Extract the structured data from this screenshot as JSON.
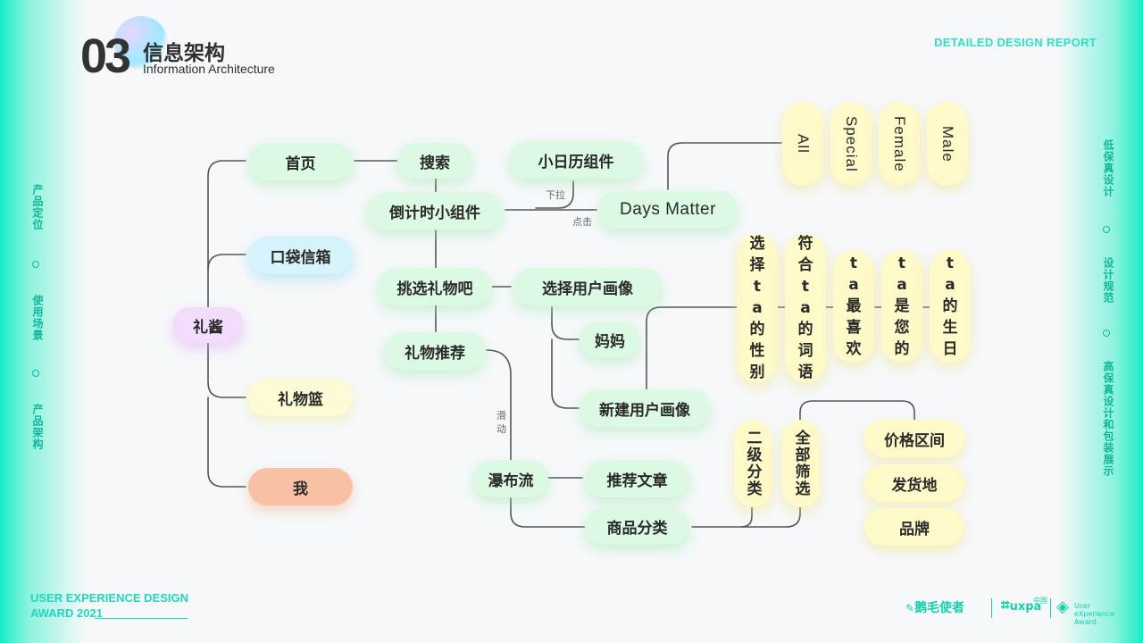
{
  "header": {
    "number": "03",
    "title_cn": "信息架构",
    "title_en": "Information Architecture",
    "report": "DETAILED DESIGN REPORT"
  },
  "footer": {
    "award_line1": "USER EXPERIENCE DESIGN",
    "award_line2": "AWARD 2021"
  },
  "left_nav": [
    "产品定位",
    "使用场景",
    "产品架构"
  ],
  "right_nav": [
    "低保真设计",
    "设计规范",
    "高保真设计和包装展示"
  ],
  "logos": {
    "brand": "鹅毛使者",
    "uxpa": "uxpa",
    "uxpa_sub": "中国",
    "uxa": "User eXperience Award"
  },
  "nodes": {
    "root": "礼酱",
    "home": "首页",
    "mailbox": "口袋信箱",
    "basket": "礼物篮",
    "me": "我",
    "search": "搜索",
    "mini_calendar": "小日历组件",
    "countdown": "倒计时小组件",
    "days_matter": "Days Matter",
    "pick_gift": "挑选礼物吧",
    "select_portrait": "选择用户画像",
    "mom": "妈妈",
    "new_portrait": "新建用户画像",
    "gift_rec": "礼物推荐",
    "waterfall": "瀑布流",
    "rec_article": "推荐文章",
    "category": "商品分类",
    "sub_category": "二级分类",
    "all_filter": "全部筛选",
    "price_range": "价格区间",
    "ship_from": "发货地",
    "brand": "品牌",
    "dm_all": "All",
    "dm_special": "Special",
    "dm_female": "Female",
    "dm_male": "Male",
    "np_gender": "选择ta的性别",
    "np_word": "符合ta的词语",
    "np_fav": "ta最喜欢",
    "np_is": "ta是您的",
    "np_bday": "ta的生日"
  },
  "edge_labels": {
    "pull_down": "下拉",
    "click": "点击",
    "scroll": "滑动"
  }
}
